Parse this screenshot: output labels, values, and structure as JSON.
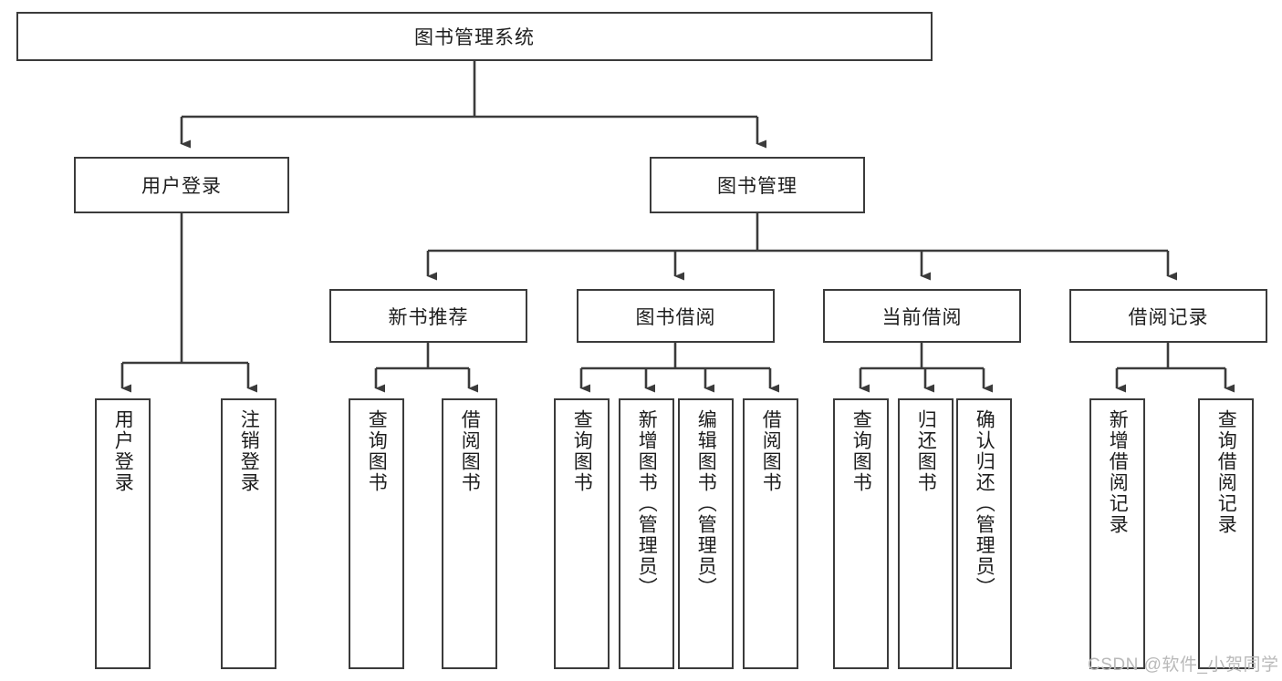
{
  "diagram": {
    "title": "图书管理系统",
    "type": "hierarchy-tree",
    "root": {
      "label": "图书管理系统"
    },
    "level1": [
      {
        "label": "用户登录"
      },
      {
        "label": "图书管理"
      }
    ],
    "level2": [
      {
        "label": "新书推荐"
      },
      {
        "label": "图书借阅"
      },
      {
        "label": "当前借阅"
      },
      {
        "label": "借阅记录"
      }
    ],
    "leaves": {
      "user_login": [
        {
          "label": "用户登录"
        },
        {
          "label": "注销登录"
        }
      ],
      "new_book_recommend": [
        {
          "label": "查询图书"
        },
        {
          "label": "借阅图书"
        }
      ],
      "book_borrow": [
        {
          "label": "查询图书"
        },
        {
          "label": "新增图书（管理员）"
        },
        {
          "label": "编辑图书（管理员）"
        },
        {
          "label": "借阅图书"
        }
      ],
      "current_borrow": [
        {
          "label": "查询图书"
        },
        {
          "label": "归还图书"
        },
        {
          "label": "确认归还（管理员）"
        }
      ],
      "borrow_record": [
        {
          "label": "新增借阅记录"
        },
        {
          "label": "查询借阅记录"
        }
      ]
    }
  },
  "watermark": {
    "text": "CSDN @软件_小贺同学"
  },
  "colors": {
    "border": "#3b3b3b",
    "text": "#1d1d1d",
    "background": "#ffffff",
    "watermark": "#b9b9b9"
  }
}
